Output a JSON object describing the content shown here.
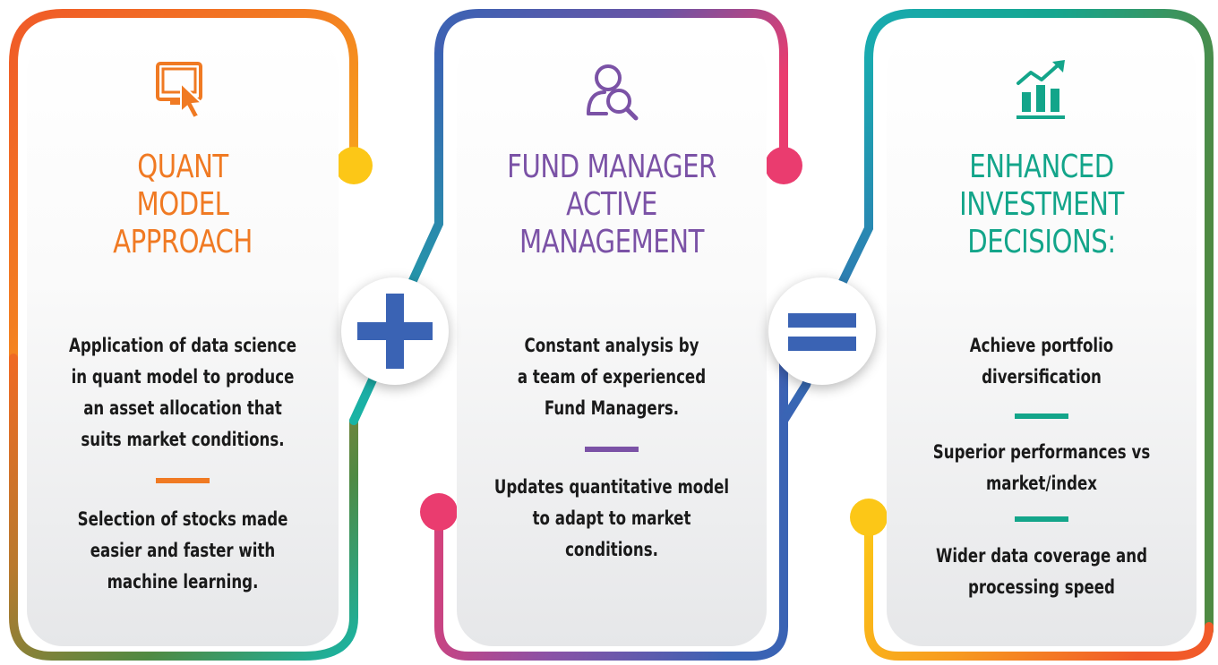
{
  "colors": {
    "orange": "#f07a23",
    "purple": "#7b52a6",
    "teal": "#13a58a",
    "blue": "#3a63b4",
    "yellow": "#fcc717",
    "pink": "#ea3c6f",
    "green": "#4f8a43"
  },
  "columns": [
    {
      "icon": "cursor-screen-icon",
      "title_lines": [
        "QUANT",
        "MODEL",
        "APPROACH"
      ],
      "paragraphs": [
        [
          "Application of data science",
          "in quant model to produce",
          "an asset allocation that",
          "suits market conditions."
        ],
        [
          "Selection of stocks made",
          "easier and faster with",
          "machine learning."
        ]
      ]
    },
    {
      "icon": "user-search-icon",
      "title_lines": [
        "FUND MANAGER",
        "ACTIVE",
        "MANAGEMENT"
      ],
      "paragraphs": [
        [
          "Constant analysis by",
          "a team of experienced",
          "Fund Managers."
        ],
        [
          "Updates quantitative model",
          "to adapt to market",
          "conditions."
        ]
      ]
    },
    {
      "icon": "growth-chart-icon",
      "title_lines": [
        "ENHANCED",
        "INVESTMENT",
        "DECISIONS:"
      ],
      "paragraphs": [
        [
          "Achieve portfolio",
          "diversification"
        ],
        [
          "Superior performances vs",
          "market/index"
        ],
        [
          "Wider data coverage and",
          "processing speed"
        ]
      ]
    }
  ],
  "operators": {
    "plus": "plus-icon",
    "equals": "equals-icon"
  }
}
